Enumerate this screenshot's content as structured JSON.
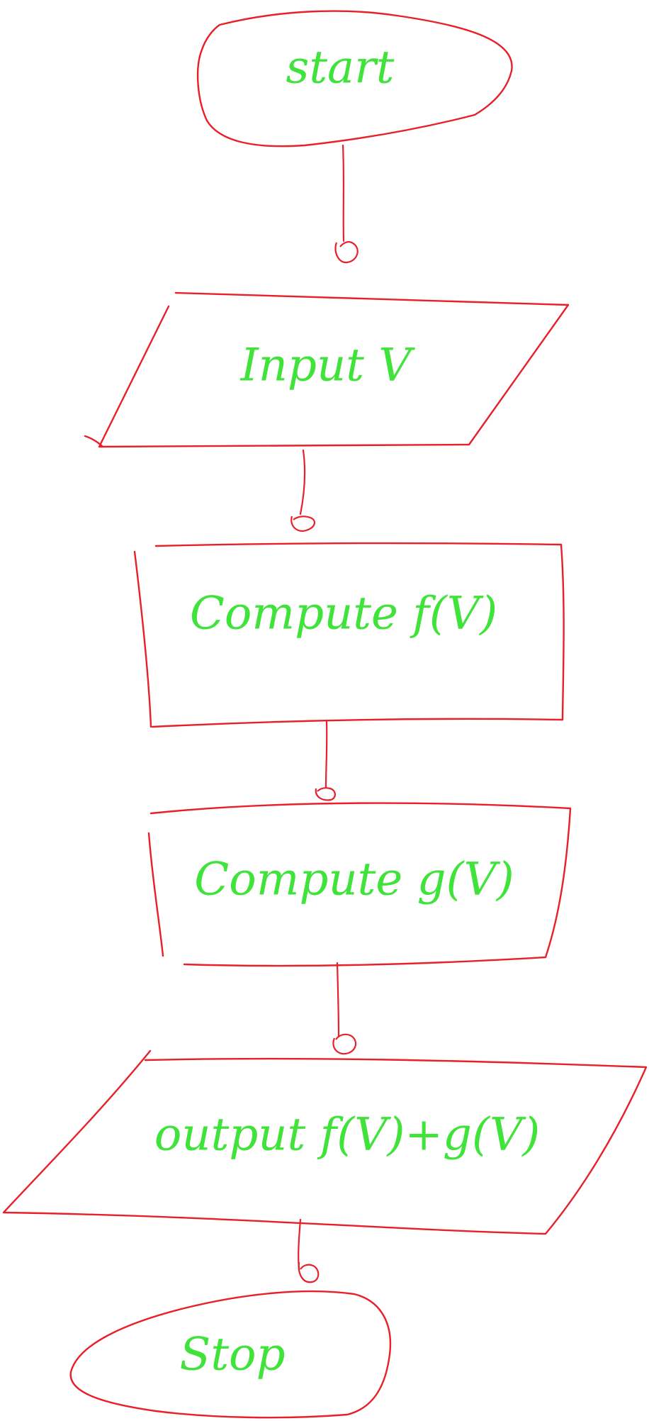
{
  "flowchart": {
    "nodes": [
      {
        "id": "start",
        "shape": "terminator",
        "label": "start"
      },
      {
        "id": "input",
        "shape": "parallelogram",
        "label": "Input V"
      },
      {
        "id": "compute_f",
        "shape": "process",
        "label": "Compute f(V)"
      },
      {
        "id": "compute_g",
        "shape": "process",
        "label": "Compute g(V)"
      },
      {
        "id": "output",
        "shape": "parallelogram",
        "label": "output f(V)+g(V)"
      },
      {
        "id": "stop",
        "shape": "terminator",
        "label": "Stop"
      }
    ],
    "edges": [
      {
        "from": "start",
        "to": "input"
      },
      {
        "from": "input",
        "to": "compute_f"
      },
      {
        "from": "compute_f",
        "to": "compute_g"
      },
      {
        "from": "compute_g",
        "to": "output"
      },
      {
        "from": "output",
        "to": "stop"
      }
    ],
    "colors": {
      "outline": "#e8202a",
      "text": "#3fe33a",
      "background": "#ffffff"
    }
  }
}
